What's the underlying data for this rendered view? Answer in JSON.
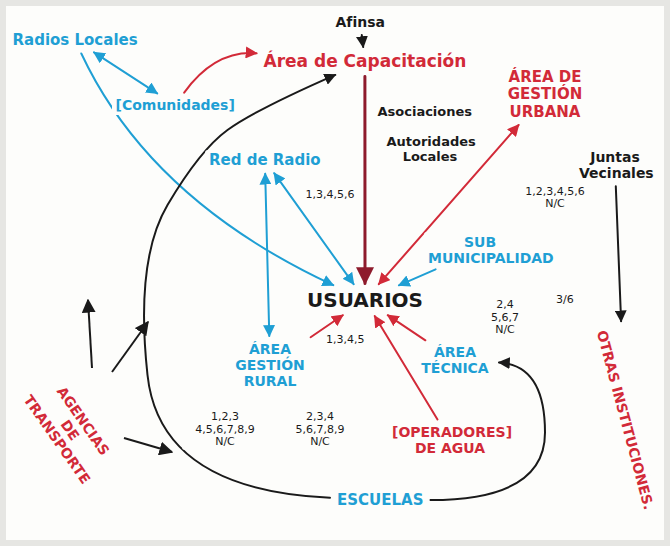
{
  "diagram": {
    "nodes": [
      {
        "text": [
          "Afinsa"
        ]
      },
      {
        "text": [
          "Área de Capacitación"
        ]
      },
      {
        "text": [
          "Asociaciones"
        ]
      },
      {
        "text": [
          "Autoridades Locales"
        ]
      },
      {
        "text": [
          "Radios Locales"
        ]
      },
      {
        "text": [
          "[Comunidades]"
        ]
      },
      {
        "text": [
          "Red de Radio"
        ]
      },
      {
        "text": [
          "USUARIOS"
        ]
      },
      {
        "text": [
          "SUB MUNICIPALIDAD"
        ]
      },
      {
        "text": [
          "ÁREA DE GESTIÓN URBANA"
        ]
      },
      {
        "text": [
          "Juntas Vecinales"
        ]
      },
      {
        "text": [
          "OTRAS INSTITUCIONES."
        ]
      },
      {
        "text": [
          "ÁREA GESTIÓN RURAL"
        ]
      },
      {
        "text": [
          "ÁREA TÉCNICA"
        ]
      },
      {
        "text": [
          "[OPERADORES] DE AGUA"
        ]
      },
      {
        "text": [
          "ESCUELAS"
        ]
      },
      {
        "text": [
          "AGENCIAS DE TRANSPORTE"
        ]
      }
    ],
    "edges": [
      {
        "from": 0,
        "to": 1,
        "arrow": "to"
      },
      {
        "from": 1,
        "to": 7,
        "arrow": "to"
      },
      {
        "from": 4,
        "to": 5,
        "arrow": "both"
      },
      {
        "from": 4,
        "to": 7,
        "arrow": "to"
      },
      {
        "from": 5,
        "to": 1,
        "arrow": "to"
      },
      {
        "from": 6,
        "to": 7,
        "arrow": "both"
      },
      {
        "from": 8,
        "to": 7,
        "arrow": "to"
      },
      {
        "from": 9,
        "to": 7,
        "arrow": "both"
      },
      {
        "from": 10,
        "to": 11,
        "arrow": "to"
      },
      {
        "from": 12,
        "to": 7,
        "arrow": "to"
      },
      {
        "from": 12,
        "to": 6,
        "arrow": "both"
      },
      {
        "from": 13,
        "to": 7,
        "arrow": "to"
      },
      {
        "from": 14,
        "to": 7,
        "arrow": "to"
      },
      {
        "from": 15,
        "to": 1,
        "arrow": "to"
      },
      {
        "from": 15,
        "to": 13,
        "arrow": "to"
      }
    ],
    "labels": [
      "1,2,3,4,5,6 N/C",
      "3/6",
      "1,3,4,5,6",
      "1,3,4,5",
      "1,2,3 4,5,6,7,8,9 N/C",
      "2,3,4 5,6,7,8,9 N/C",
      "2,4 5,6,7 N/C"
    ]
  }
}
